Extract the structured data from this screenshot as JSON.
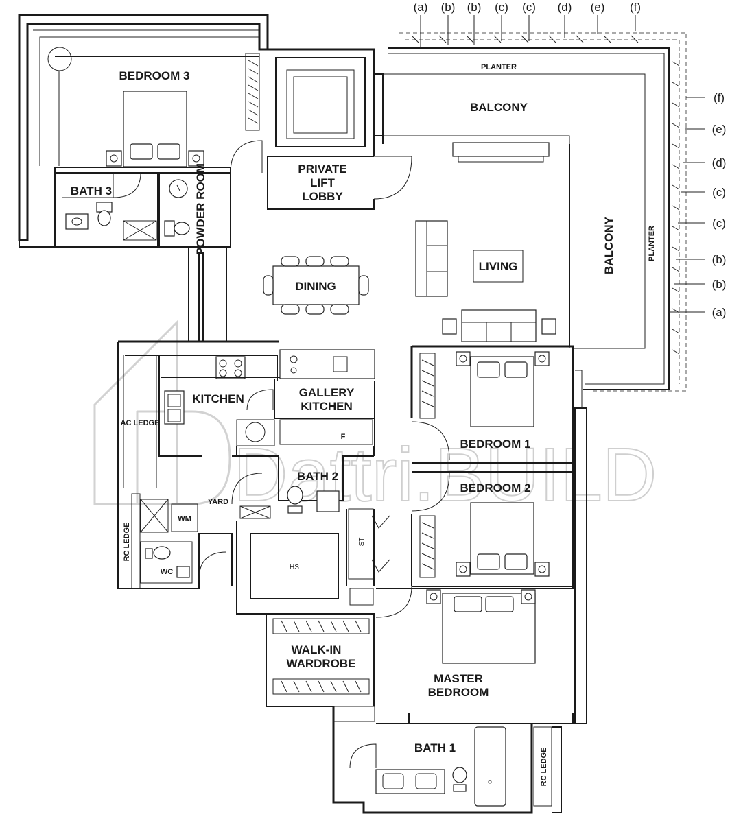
{
  "rooms": {
    "bedroom3": "BEDROOM 3",
    "bath3": "BATH 3",
    "powder_room": "POWDER ROOM",
    "private_lift_lobby": [
      "PRIVATE",
      "LIFT",
      "LOBBY"
    ],
    "planter_top": "PLANTER",
    "planter_right": "PLANTER",
    "balcony_top": "BALCONY",
    "balcony_right": "BALCONY",
    "living": "LIVING",
    "dining": "DINING",
    "kitchen": "KITCHEN",
    "gallery_kitchen": [
      "GALLERY",
      "KITCHEN"
    ],
    "fridge": "F",
    "ac_ledge": "AC LEDGE",
    "bath2": "BATH 2",
    "yard": "YARD",
    "wm": "WM",
    "wc": "WC",
    "rc_ledge_left": "RC LEDGE",
    "hs": "HS",
    "st": "ST",
    "bedroom1": "BEDROOM 1",
    "bedroom2": "BEDROOM 2",
    "walk_in_wardrobe": [
      "WALK-IN",
      "WARDROBE"
    ],
    "master_bedroom": [
      "MASTER",
      "BEDROOM"
    ],
    "bath1": "BATH 1",
    "rc_ledge_right": "RC LEDGE"
  },
  "elevation_tags": {
    "top": [
      "(a)",
      "(b)",
      "(b)",
      "(c)",
      "(c)",
      "(d)",
      "(e)",
      "(f)"
    ],
    "right": [
      "(f)",
      "(e)",
      "(d)",
      "(c)",
      "(c)",
      "(b)",
      "(b)",
      "(a)"
    ]
  },
  "watermark": "Dattri.BUILD"
}
